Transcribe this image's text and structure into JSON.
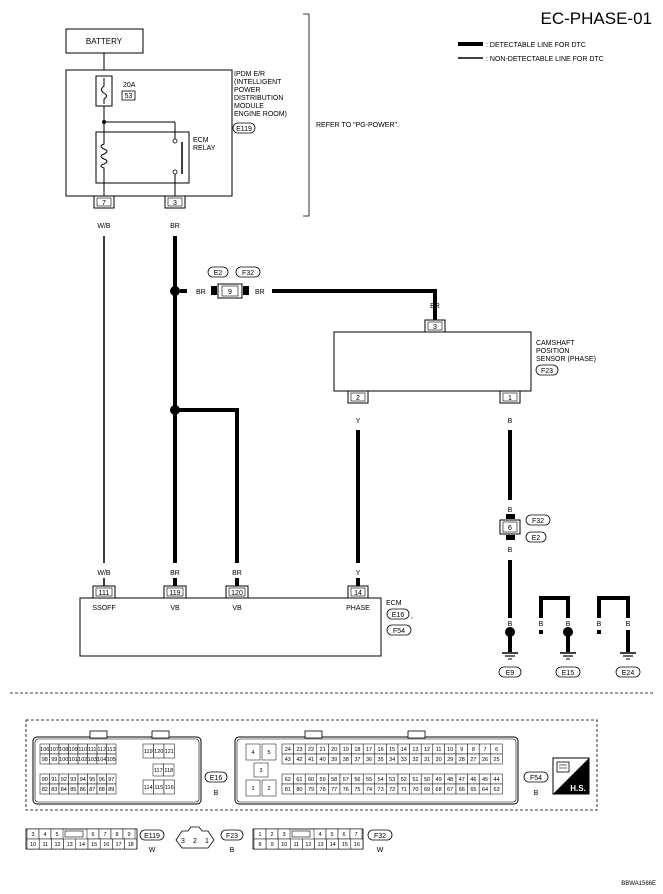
{
  "title": "EC-PHASE-01",
  "legend": {
    "detectable": ": DETECTABLE LINE FOR DTC",
    "nondetectable": ": NON-DETECTABLE LINE FOR DTC"
  },
  "battery": "BATTERY",
  "fuse": {
    "amp": "20A",
    "id": "53"
  },
  "ipdm": {
    "l1": "IPDM E/R",
    "l2": "(INTELLIGENT",
    "l3": "POWER",
    "l4": "DISTRIBUTION",
    "l5": "MODULE",
    "l6": "ENGINE ROOM)",
    "conn": "E119"
  },
  "relay": {
    "l1": "ECM",
    "l2": "RELAY"
  },
  "refer": "REFER TO \"PG-POWER\".",
  "ipdm_pins": {
    "p7": "7",
    "p3": "3"
  },
  "wire": {
    "wb": "W/B",
    "br": "BR",
    "y": "Y",
    "b": "B"
  },
  "joint": {
    "c1": "E2",
    "c2": "F32",
    "pin": "9"
  },
  "joint2": {
    "c1": "F32",
    "c2": "E2",
    "pin": "6"
  },
  "cmp": {
    "l1": "CAMSHAFT",
    "l2": "POSITION",
    "l3": "SENSOR (PHASE)",
    "conn": "F23",
    "p3": "3",
    "p2": "2",
    "p1": "1"
  },
  "ecm": {
    "label": "ECM",
    "c1": "E16",
    "c2": "F54",
    "comma": ","
  },
  "ecm_pins": [
    {
      "num": "111",
      "name": "SSOFF"
    },
    {
      "num": "119",
      "name": "VB"
    },
    {
      "num": "120",
      "name": "VB"
    },
    {
      "num": "14",
      "name": "PHASE"
    }
  ],
  "grounds": [
    "E9",
    "E15",
    "E24"
  ],
  "conn_e16": {
    "row1": [
      "106",
      "107",
      "108",
      "109",
      "110",
      "111",
      "112",
      "113"
    ],
    "row2": [
      "98",
      "99",
      "100",
      "101",
      "102",
      "103",
      "104",
      "105"
    ],
    "row3": [
      "90",
      "91",
      "92",
      "93",
      "94",
      "95",
      "96",
      "97"
    ],
    "row4": [
      "82",
      "83",
      "84",
      "85",
      "86",
      "87",
      "88",
      "89"
    ],
    "blk_top": [
      "119",
      "120",
      "121"
    ],
    "blk_mid": [
      "117",
      "118"
    ],
    "blk_bot": [
      "114",
      "115",
      "116"
    ],
    "id": "E16",
    "color": "B"
  },
  "conn_f54": {
    "row1": [
      "24",
      "23",
      "22",
      "21",
      "20",
      "19",
      "18",
      "17",
      "16",
      "15",
      "14",
      "13",
      "12",
      "11",
      "10",
      "9",
      "8",
      "7",
      "6"
    ],
    "row2": [
      "43",
      "42",
      "41",
      "40",
      "39",
      "38",
      "37",
      "36",
      "35",
      "34",
      "33",
      "32",
      "31",
      "30",
      "29",
      "28",
      "27",
      "26",
      "25"
    ],
    "row3": [
      "62",
      "61",
      "60",
      "59",
      "58",
      "57",
      "56",
      "55",
      "54",
      "53",
      "52",
      "51",
      "50",
      "49",
      "48",
      "47",
      "46",
      "45",
      "44"
    ],
    "row4": [
      "81",
      "80",
      "79",
      "78",
      "77",
      "76",
      "75",
      "74",
      "73",
      "72",
      "71",
      "70",
      "69",
      "68",
      "67",
      "66",
      "65",
      "64",
      "63"
    ],
    "blk": [
      "4",
      "5",
      "3",
      "1",
      "2"
    ],
    "id": "F54",
    "color": "B"
  },
  "hs": "H.S.",
  "conn_e119": {
    "r1": [
      "3",
      "4",
      "5",
      "6",
      "7",
      "8",
      "9"
    ],
    "r2": [
      "10",
      "11",
      "12",
      "13",
      "14",
      "15",
      "16",
      "17",
      "18"
    ],
    "id": "E119",
    "color": "W"
  },
  "conn_f23": {
    "pins": [
      "3",
      "2",
      "1"
    ],
    "id": "F23",
    "color": "B"
  },
  "conn_f32": {
    "r1": [
      "1",
      "2",
      "3",
      "4",
      "5",
      "6",
      "7"
    ],
    "r2": [
      "8",
      "9",
      "10",
      "11",
      "12",
      "13",
      "14",
      "15",
      "16"
    ],
    "id": "F32",
    "color": "W"
  },
  "code": "BBWA1566E"
}
